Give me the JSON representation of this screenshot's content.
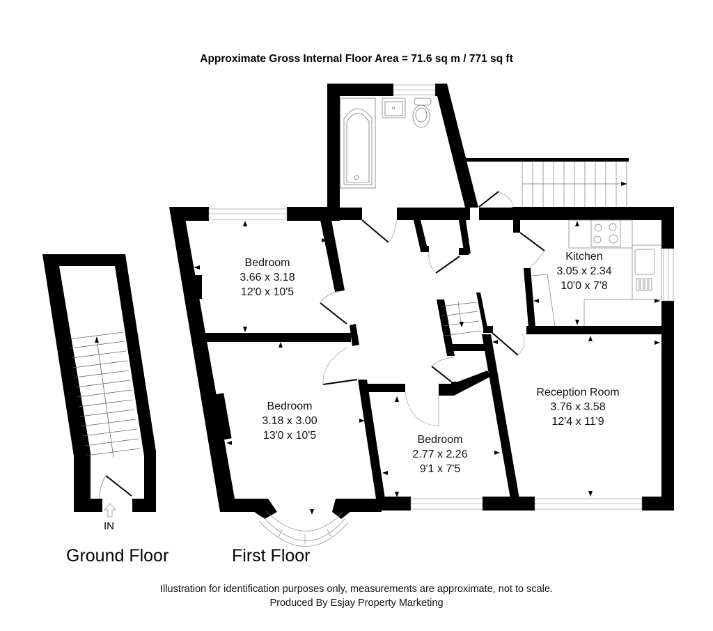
{
  "header": {
    "title": "Approximate Gross Internal Floor Area = 71.6 sq m / 771 sq ft"
  },
  "floors": [
    {
      "name": "Ground Floor",
      "entrance_label": "IN"
    },
    {
      "name": "First Floor"
    }
  ],
  "rooms": [
    {
      "id": "bedroom-1",
      "name": "Bedroom",
      "metric": "3.66 x 3.18",
      "imperial": "12'0 x 10'5"
    },
    {
      "id": "bedroom-2",
      "name": "Bedroom",
      "metric": "3.18 x 3.00",
      "imperial": "13'0 x 10'5"
    },
    {
      "id": "bedroom-3",
      "name": "Bedroom",
      "metric": "2.77 x 2.26",
      "imperial": "9'1 x 7'5"
    },
    {
      "id": "kitchen",
      "name": "Kitchen",
      "metric": "3.05 x 2.34",
      "imperial": "10'0 x 7'8"
    },
    {
      "id": "reception",
      "name": "Reception Room",
      "metric": "3.76 x 3.58",
      "imperial": "12'4 x 11'9"
    }
  ],
  "footer": {
    "disclaimer": "Illustration for identification purposes only, measurements are approximate, not to scale.",
    "producer": "Produced By Esjay Property Marketing"
  },
  "colors": {
    "wall": "#000000",
    "line": "#555555",
    "background": "#ffffff"
  }
}
